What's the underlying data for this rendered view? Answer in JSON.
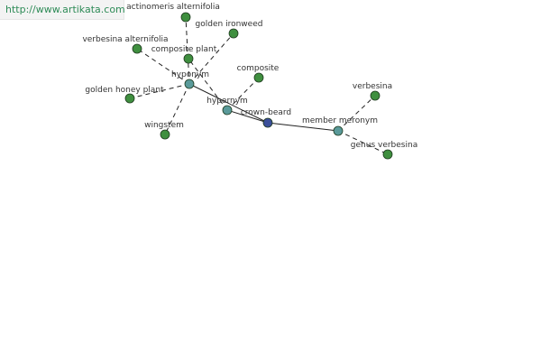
{
  "watermark": {
    "text": "http://www.artikata.com"
  },
  "colors": {
    "leaf": "#3f8f3f",
    "relation": "#5a9a9a",
    "center": "#3b4f9a",
    "stroke": "#1e3a1e",
    "edge": "#222222"
  },
  "graph": {
    "nodes": [
      {
        "id": "crown-beard",
        "label": "crown-beard",
        "kind": "center"
      },
      {
        "id": "hyp1",
        "label": "hypernym",
        "kind": "relation"
      },
      {
        "id": "hyp2",
        "label": "hyponym",
        "kind": "relation"
      },
      {
        "id": "merm",
        "label": "member meronym",
        "kind": "relation"
      },
      {
        "id": "composite",
        "label": "composite",
        "kind": "leaf"
      },
      {
        "id": "compplant",
        "label": "composite plant",
        "kind": "leaf"
      },
      {
        "id": "actino",
        "label": "actinomeris alternifolia",
        "kind": "leaf"
      },
      {
        "id": "ironweed",
        "label": "golden ironweed",
        "kind": "leaf"
      },
      {
        "id": "verbalt",
        "label": "verbesina alternifolia",
        "kind": "leaf"
      },
      {
        "id": "honey",
        "label": "golden honey plant",
        "kind": "leaf"
      },
      {
        "id": "wingstem",
        "label": "wingstem",
        "kind": "leaf"
      },
      {
        "id": "verbesina",
        "label": "verbesina",
        "kind": "leaf"
      },
      {
        "id": "genus",
        "label": "genus verbesina",
        "kind": "leaf"
      }
    ],
    "edges": [
      {
        "from": "crown-beard",
        "to": "hyp1",
        "style": "solid"
      },
      {
        "from": "crown-beard",
        "to": "hyp2",
        "style": "solid"
      },
      {
        "from": "crown-beard",
        "to": "merm",
        "style": "solid"
      },
      {
        "from": "hyp1",
        "to": "composite",
        "style": "dashed"
      },
      {
        "from": "hyp1",
        "to": "compplant",
        "style": "dashed"
      },
      {
        "from": "hyp2",
        "to": "actino",
        "style": "dashed"
      },
      {
        "from": "hyp2",
        "to": "ironweed",
        "style": "dashed"
      },
      {
        "from": "hyp2",
        "to": "verbalt",
        "style": "dashed"
      },
      {
        "from": "hyp2",
        "to": "honey",
        "style": "dashed"
      },
      {
        "from": "hyp2",
        "to": "wingstem",
        "style": "dashed"
      },
      {
        "from": "merm",
        "to": "verbesina",
        "style": "dashed"
      },
      {
        "from": "merm",
        "to": "genus",
        "style": "dashed"
      }
    ]
  }
}
